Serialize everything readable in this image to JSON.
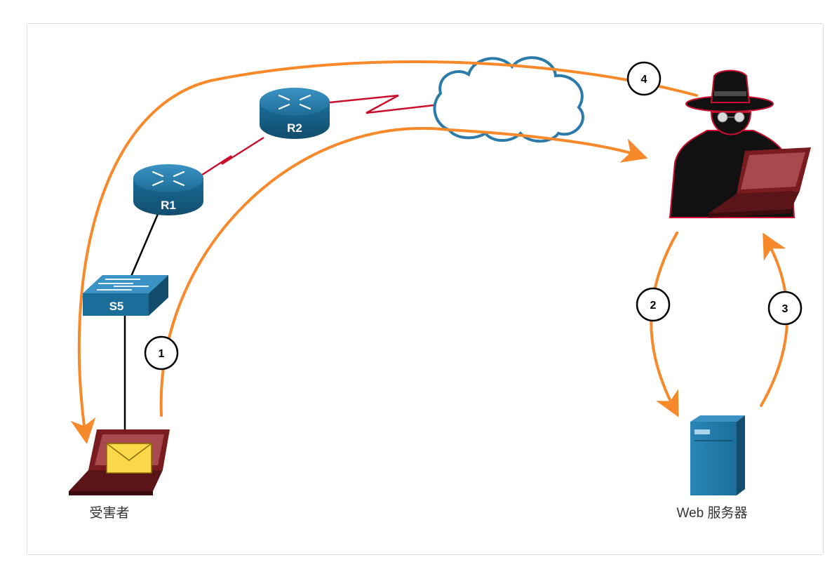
{
  "devices": {
    "r1": {
      "label": "R1"
    },
    "r2": {
      "label": "R2"
    },
    "s5": {
      "label": "S5"
    },
    "victim": {
      "label": "受害者"
    },
    "server": {
      "label": "Web 服务器"
    }
  },
  "steps": [
    "1",
    "2",
    "3",
    "4"
  ],
  "colors": {
    "arrow": "#f7892b",
    "router": "#1b6e99",
    "serial_link": "#c8102e",
    "cloud": "#2a7aaa",
    "laptop": "#7a1b1f",
    "attacker": "#111111"
  }
}
